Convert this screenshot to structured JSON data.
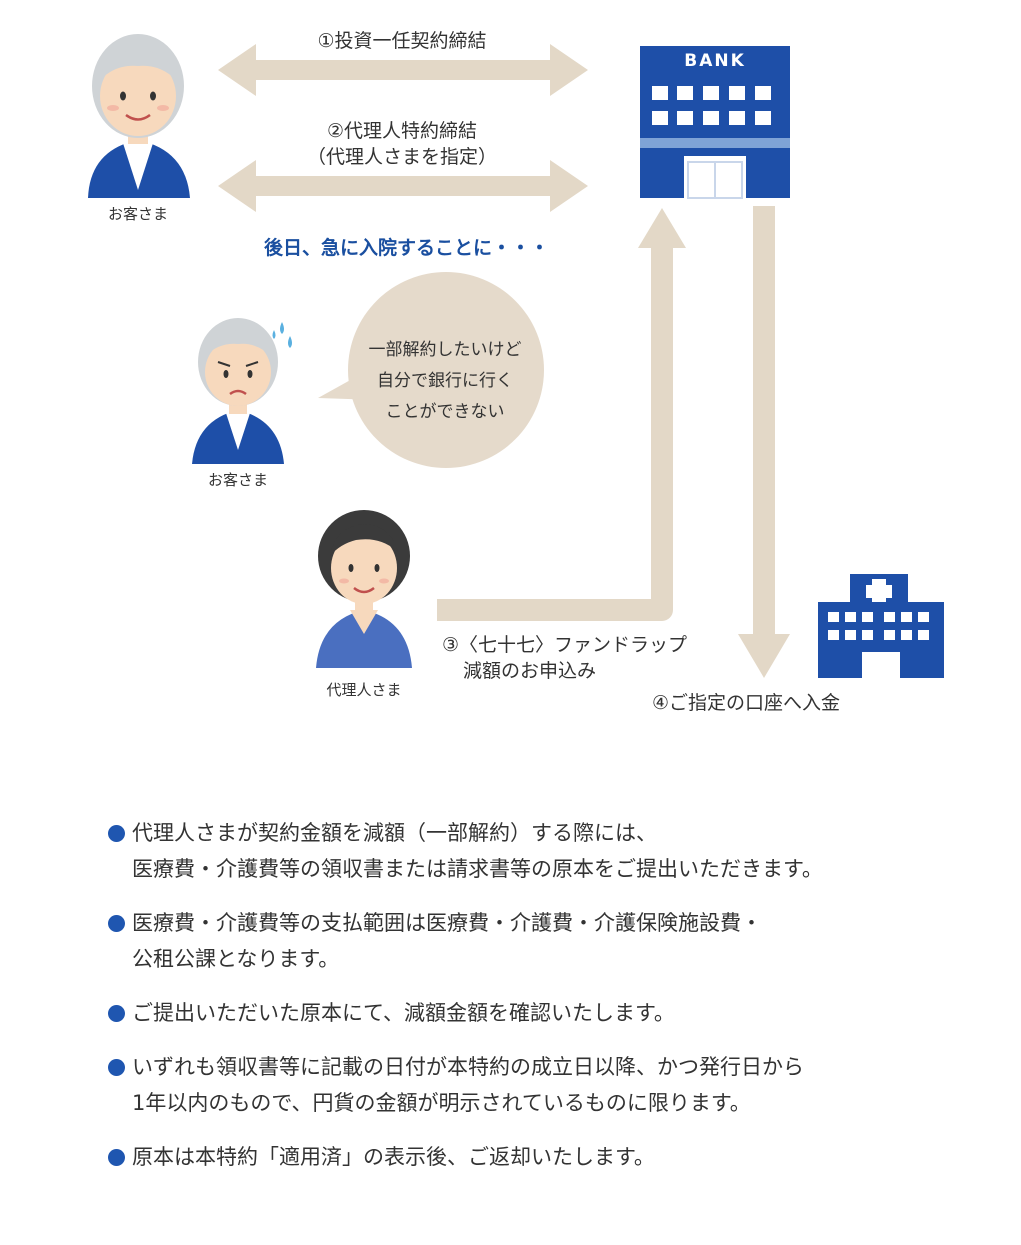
{
  "colors": {
    "arrow": "#e3d8c7",
    "bank": "#1e4fa8",
    "bank_band": "#7fa3d6",
    "bubble": "#e5dacb",
    "bullet": "#1f56b0",
    "later_text": "#1a4fa0"
  },
  "diagram": {
    "step1": "①投資一任契約締結",
    "step2_line1": "②代理人特約締結",
    "step2_line2": "（代理人さまを指定）",
    "later_note": "後日、急に入院することに・・・",
    "bubble_lines": [
      "一部解約したいけど",
      "自分で銀行に行く",
      "ことができない"
    ],
    "step3_line1": "③〈七十七〉ファンドラップ",
    "step3_line2": "減額のお申込み",
    "step4": "④ご指定の口座へ入金",
    "bank_sign": "BANK",
    "customer_label_top": "お客さま",
    "customer_label_mid": "お客さま",
    "agent_label": "代理人さま",
    "icons": [
      "customer-icon",
      "worried-customer-icon",
      "agent-icon",
      "bank-icon",
      "hospital-icon",
      "sweat-drop-icon"
    ]
  },
  "notes": [
    {
      "lines": [
        "代理人さまが契約金額を減額（一部解約）する際には、",
        "医療費・介護費等の領収書または請求書等の原本をご提出いただきます。"
      ]
    },
    {
      "lines": [
        "医療費・介護費等の支払範囲は医療費・介護費・介護保険施設費・",
        "公租公課となります。"
      ]
    },
    {
      "lines": [
        "ご提出いただいた原本にて、減額金額を確認いたします。"
      ]
    },
    {
      "lines": [
        "いずれも領収書等に記載の日付が本特約の成立日以降、かつ発行日から",
        "1年以内のもので、円貨の金額が明示されているものに限ります。"
      ]
    },
    {
      "lines": [
        "原本は本特約「適用済」の表示後、ご返却いたします。"
      ]
    }
  ]
}
